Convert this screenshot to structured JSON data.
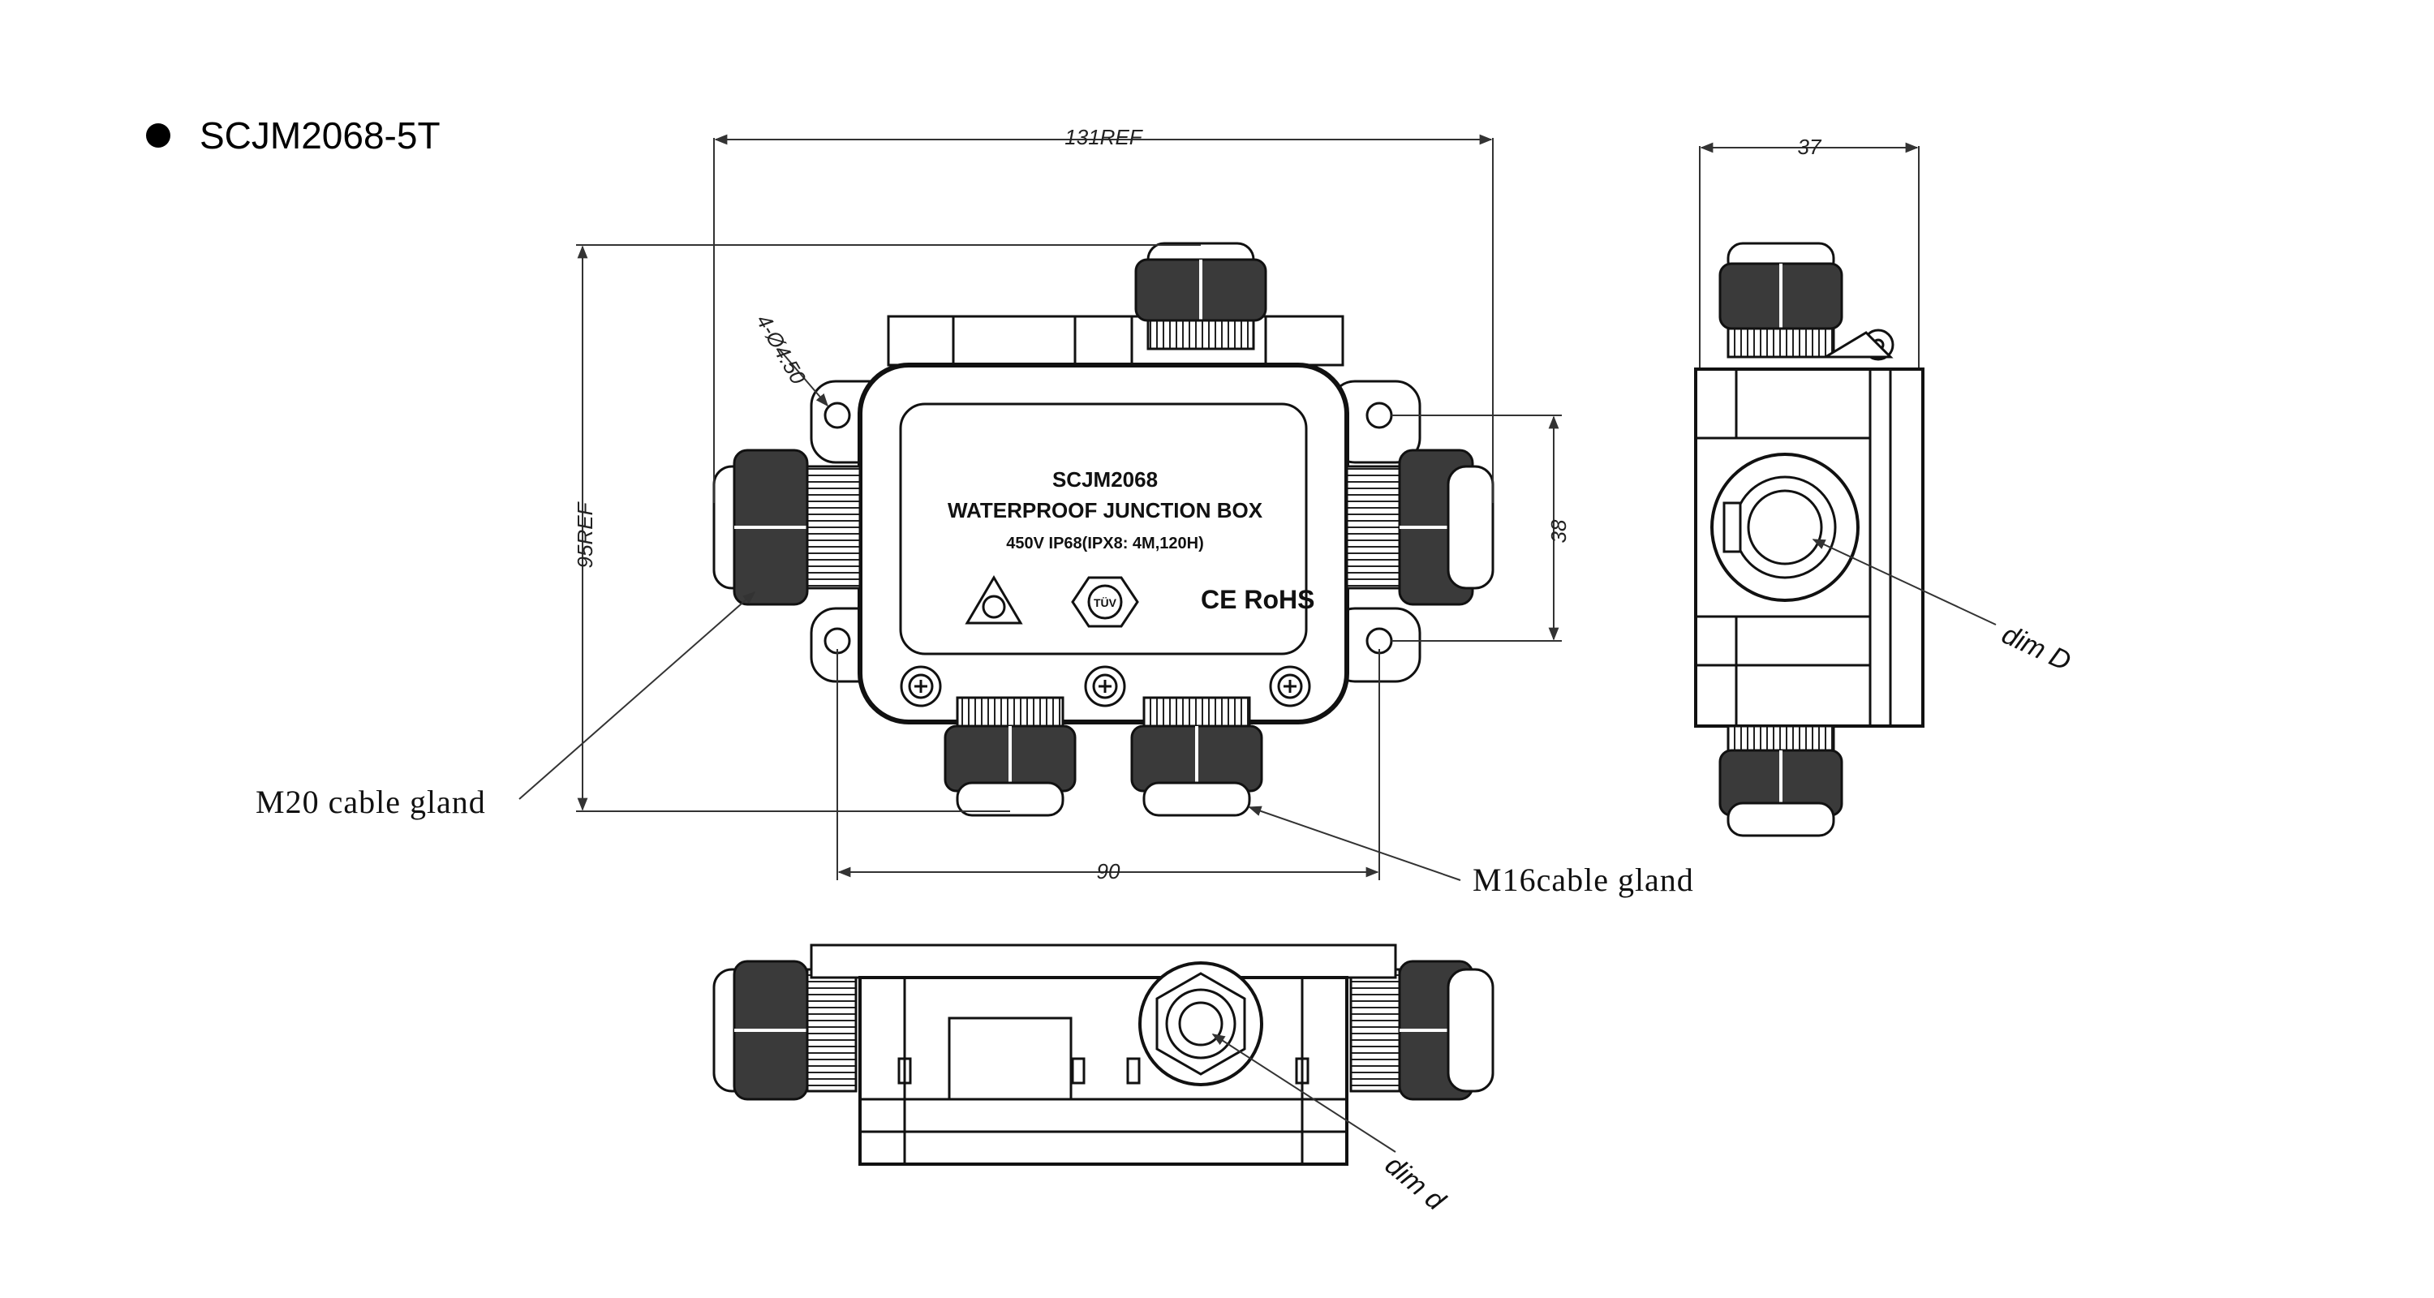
{
  "title": "SCJM2068-5T",
  "label": {
    "model": "SCJM2068",
    "line1": "WATERPROOF   JUNCTION BOX",
    "line2": "450V    IP68(IPX8: 4M,120H)",
    "ce_rohs": "CE RoHS",
    "tuv": "TÜV"
  },
  "dimensions": {
    "width_ref": "131REF",
    "height_ref": "95REF",
    "holes": "4-Ø4.50",
    "hole_spacing_v": "38",
    "hole_spacing_h": "90",
    "depth": "37"
  },
  "callouts": {
    "m20": "M20 cable gland",
    "m16": "M16cable gland",
    "dim_D": "dim D",
    "dim_d": "dim d"
  },
  "colors": {
    "line": "#111111",
    "dimension": "#333333",
    "gland_fill": "#3a3a3a"
  }
}
